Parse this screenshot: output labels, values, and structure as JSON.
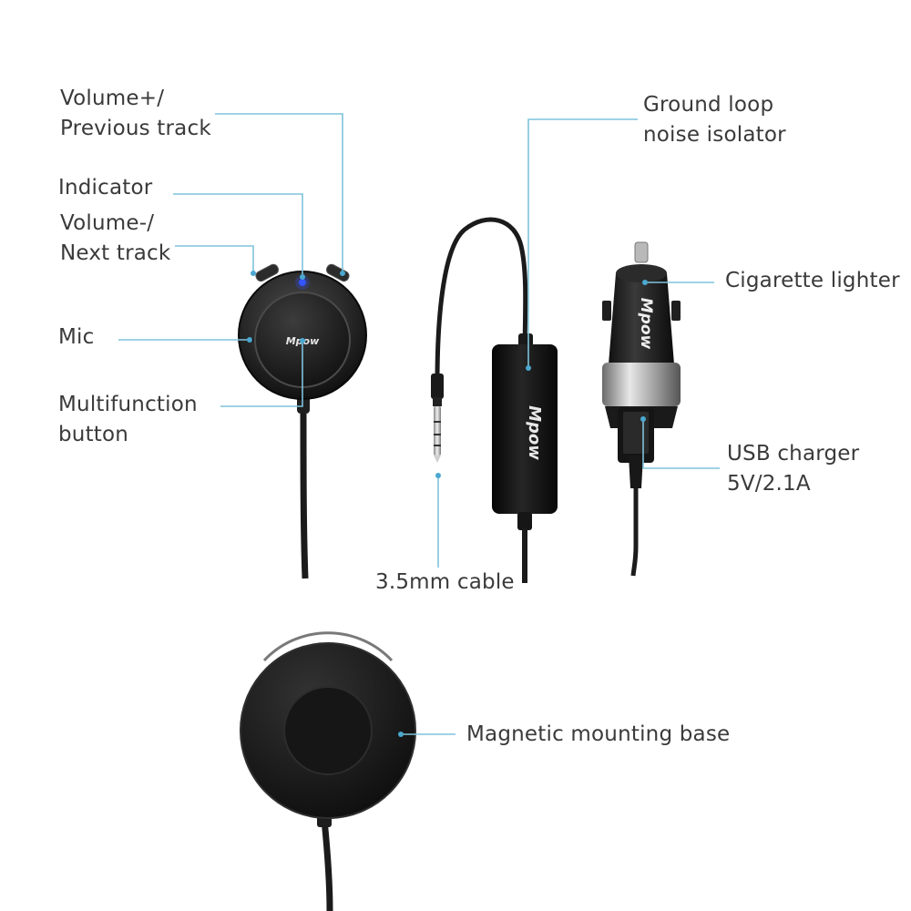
{
  "brand": "Mpow",
  "colors": {
    "callout_line": "#7ec3dc",
    "callout_dot": "#4aa8d0",
    "device_body": "#1b1b1b",
    "indicator_led": "#3355ff",
    "chrome_band": "#a9a9a9"
  },
  "labels": {
    "volume_plus": "Volume+/\nPrevious track",
    "indicator": "Indicator",
    "volume_minus": "Volume-/\nNext track",
    "mic": "Mic",
    "multifunction": "Multifunction\nbutton",
    "ground_loop": "Ground loop\nnoise isolator",
    "cigarette": "Cigarette lighter",
    "usb": "USB charger\n5V/2.1A",
    "cable": "3.5mm cable",
    "magnetic": "Magnetic mounting base"
  }
}
